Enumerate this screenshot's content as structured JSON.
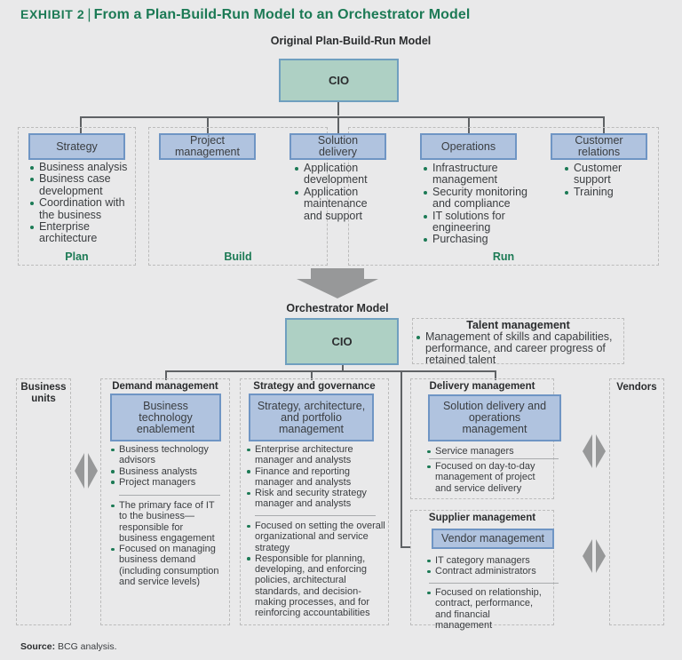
{
  "exhibit": {
    "label": "Exhibit 2",
    "separator": "|",
    "title": "From a Plan-Build-Run Model to an Orchestrator Model"
  },
  "original_model": {
    "title": "Original Plan-Build-Run Model",
    "cio_label": "CIO",
    "units": [
      {
        "name": "Strategy",
        "bullets": [
          "Business analysis",
          "Business case development",
          "Coordination with the business",
          "Enterprise architecture"
        ]
      },
      {
        "name": "Project management",
        "bullets": []
      },
      {
        "name": "Solution delivery",
        "bullets": [
          "Application development",
          "Application maintenance and support"
        ]
      },
      {
        "name": "Operations",
        "bullets": [
          "Infrastructure management",
          "Security monitoring and compliance",
          "IT solutions for engineering",
          "Purchasing"
        ]
      },
      {
        "name": "Customer relations",
        "bullets": [
          "Customer support",
          "Training"
        ]
      }
    ],
    "phases": [
      "Plan",
      "Build",
      "Run"
    ]
  },
  "transition_arrow_icon": "down-arrow",
  "orchestrator_model": {
    "title": "Orchestrator Model",
    "cio_label": "CIO",
    "talent": {
      "title": "Talent management",
      "bullets": [
        "Management of skills and capabilities, performance, and career progress of retained talent"
      ]
    },
    "business_units_label": "Business units",
    "vendors_label": "Vendors",
    "demand": {
      "heading": "Demand management",
      "box": "Business technology enablement",
      "roles": [
        "Business technology advisors",
        "Business analysts",
        "Project managers"
      ],
      "focus": [
        "The primary face of IT to the business—responsible for business engagement",
        "Focused on managing business demand (including consumption and service levels)"
      ]
    },
    "strategy": {
      "heading": "Strategy and governance",
      "box": "Strategy, architecture, and portfolio management",
      "roles": [
        "Enterprise architecture manager and analysts",
        "Finance and reporting manager and analysts",
        "Risk and security strategy manager and analysts"
      ],
      "focus": [
        "Focused on setting the overall organizational and service strategy",
        "Responsible for planning, developing, and enforcing policies, architectural standards, and decision-making processes, and for reinforcing accountabilities"
      ]
    },
    "delivery": {
      "heading": "Delivery management",
      "box": "Solution delivery and operations management",
      "roles": [
        "Service managers"
      ],
      "focus": [
        "Focused on day-to-day management of project and service delivery"
      ]
    },
    "supplier": {
      "heading": "Supplier management",
      "box": "Vendor management",
      "roles": [
        "IT category managers",
        "Contract administrators"
      ],
      "focus": [
        "Focused on relationship, contract, performance, and financial management"
      ]
    }
  },
  "source": {
    "label": "Source:",
    "text": "BCG analysis."
  },
  "colors": {
    "accent_green": "#1c7a55",
    "cio_fill": "#aed0c4",
    "unit_fill": "#b0c3df",
    "background": "#e9e9ea"
  }
}
